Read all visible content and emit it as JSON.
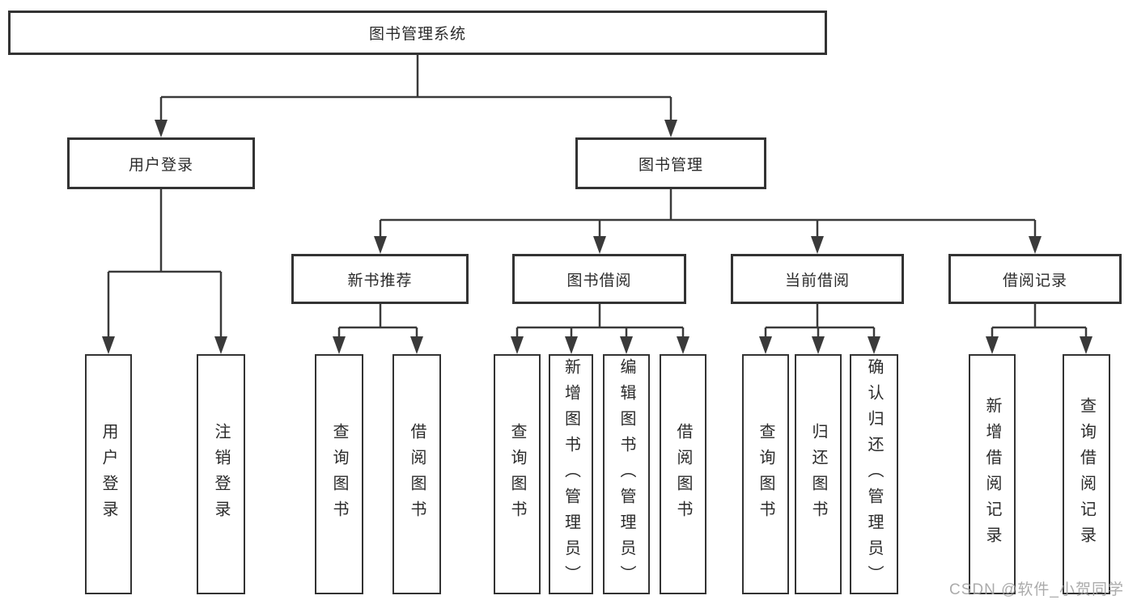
{
  "diagram": {
    "title": "图书管理系统",
    "level2": {
      "user_login": "用户登录",
      "book_management": "图书管理"
    },
    "level3": {
      "new_book_recommend": "新书推荐",
      "book_borrow": "图书借阅",
      "current_borrow": "当前借阅",
      "borrow_records": "借阅记录"
    },
    "leaves": {
      "user_login": [
        "用户登录",
        "注销登录"
      ],
      "new_book_recommend": [
        "查询图书",
        "借阅图书"
      ],
      "book_borrow": [
        "查询图书",
        "新增图书（管理员）",
        "编辑图书（管理员）",
        "借阅图书"
      ],
      "current_borrow": [
        "查询图书",
        "归还图书",
        "确认归还（管理员）"
      ],
      "borrow_records": [
        "新增借阅记录",
        "查询借阅记录"
      ]
    }
  },
  "watermark": {
    "text": "CSDN @软件_小贺同学"
  },
  "colors": {
    "line": "#3a3a3a",
    "border": "#333333",
    "text": "#2b2b2b",
    "background": "#ffffff",
    "watermark": "#a3a3a3"
  }
}
